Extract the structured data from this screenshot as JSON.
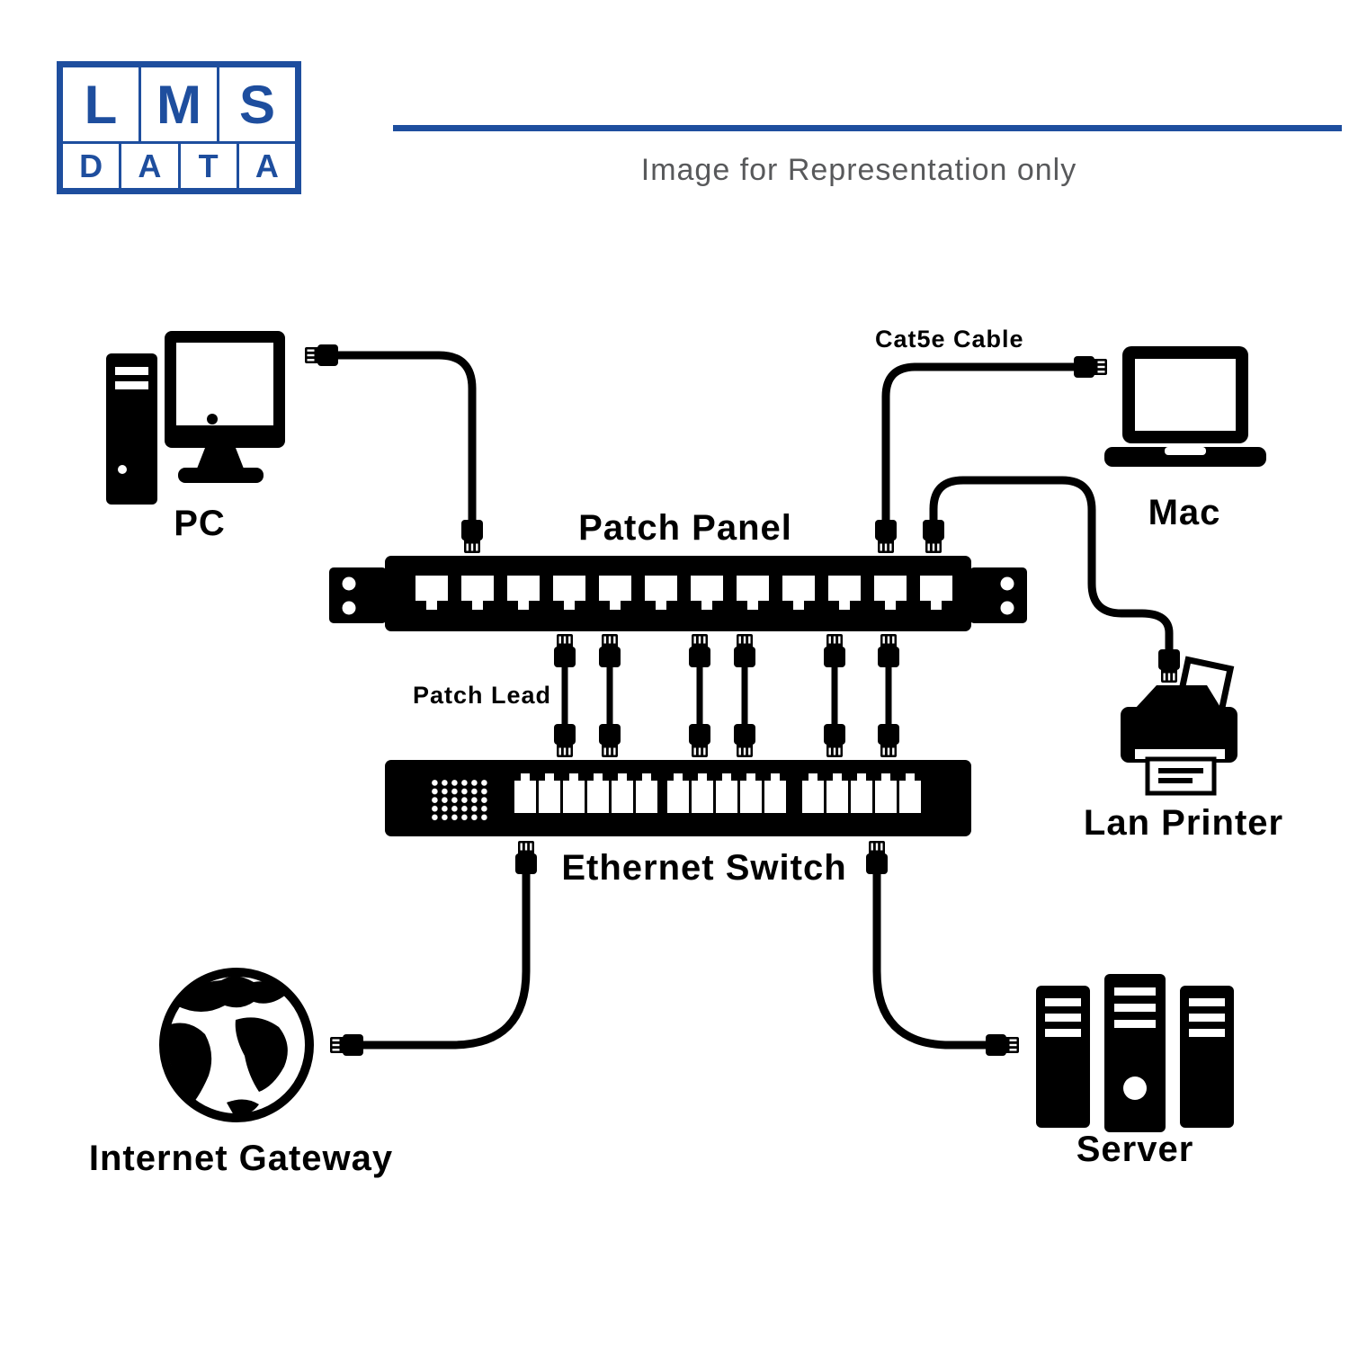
{
  "logo": {
    "lms": "LMS",
    "data": "DATA"
  },
  "header": {
    "caption": "Image for Representation only"
  },
  "colors": {
    "brand_blue": "#1e4e9e",
    "caption_gray": "#58595b",
    "diagram_black": "#000000"
  },
  "diagram": {
    "labels": {
      "pc": "PC",
      "patch_panel": "Patch Panel",
      "cat5e_cable": "Cat5e Cable",
      "mac": "Mac",
      "patch_lead": "Patch Lead",
      "lan_printer": "Lan Printer",
      "ethernet_switch": "Ethernet Switch",
      "internet_gateway": "Internet Gateway",
      "server": "Server"
    },
    "patch_panel_port_count": 12,
    "switch_port_count": 16,
    "patch_lead_count": 6
  }
}
